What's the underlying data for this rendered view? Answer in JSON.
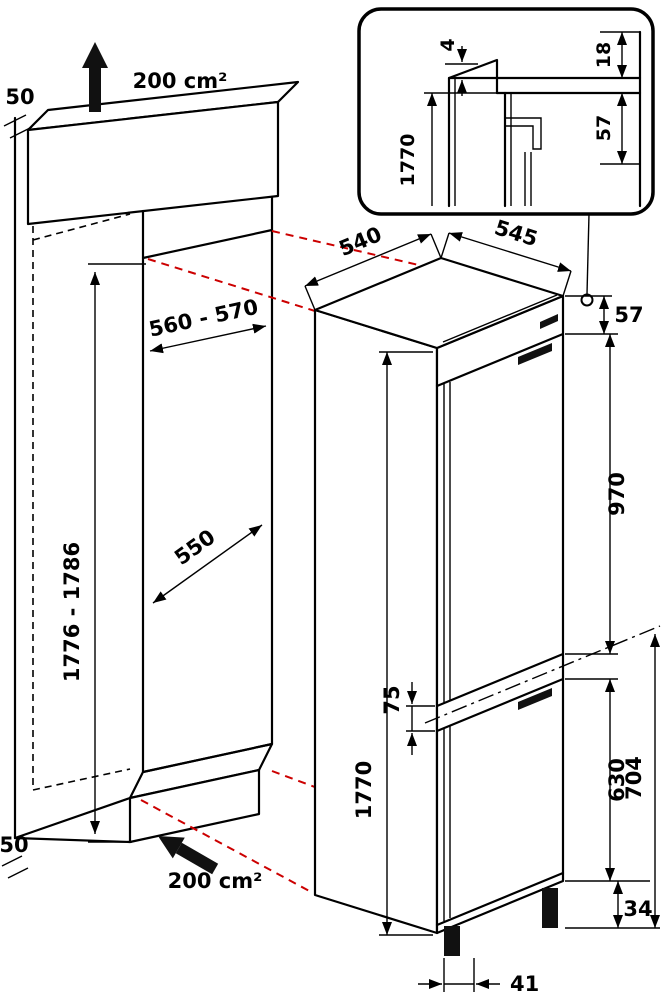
{
  "diagram": {
    "niche": {
      "top_clearance": "50",
      "top_vent_area": "200 cm²",
      "width_range": "560 - 570",
      "depth": "550",
      "height_range": "1776 - 1786",
      "bottom_clearance": "50",
      "bottom_vent_area": "200 cm²"
    },
    "appliance": {
      "top_depth": "540",
      "top_width": "545",
      "top_fixing": "57",
      "upper_door_height": "970",
      "door_gap": "75",
      "lower_door_height": "630",
      "lower_section_height": "704",
      "plinth_height": "34",
      "plinth_depth": "41",
      "total_height": "1770"
    },
    "inset": {
      "door_top_gap": "4",
      "top_panel": "18",
      "fixing_bracket": "57",
      "appliance_height": "1770"
    },
    "colors": {
      "projection_line": "#cc0000",
      "niche_back": "#a6a6a6",
      "niche_floor": "#d9d9d9"
    }
  }
}
